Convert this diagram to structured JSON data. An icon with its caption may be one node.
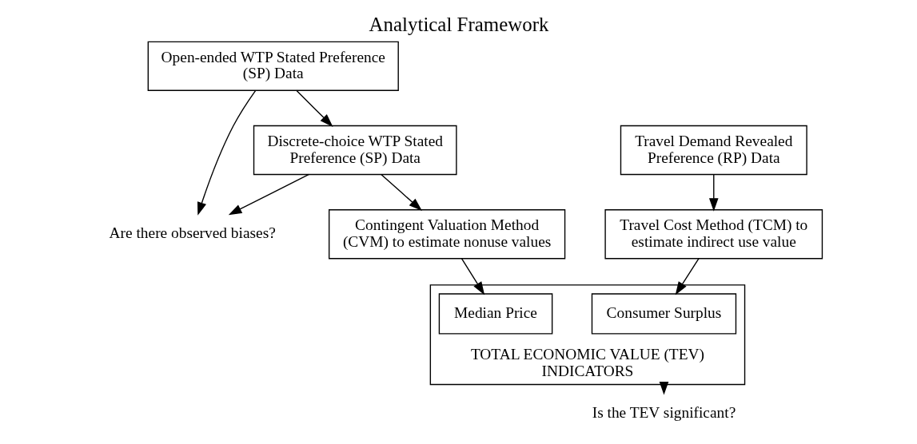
{
  "diagram": {
    "title": "Analytical Framework",
    "nodes": [
      {
        "text": [
          "Open-ended WTP Stated Preference (SP) Data"
        ]
      },
      {
        "text": [
          "Travel Demand Revealed Preference (RP) Data"
        ]
      },
      {
        "text": [
          "Discrete-choice WTP Stated Preference (SP) Data"
        ]
      },
      {
        "text": [
          "Are there observed biases?"
        ]
      },
      {
        "text": [
          "Travel Cost Method (TCM) to estimate indirect use value"
        ]
      },
      {
        "text": [
          "Contingent Valuation Method (CVM) to estimate nonuse values"
        ]
      },
      {
        "text": [
          "TOTAL ECONOMIC VALUE (TEV) INDICATORS"
        ]
      },
      {
        "text": [
          "Consumer Surplus"
        ],
        "in": 6
      },
      {
        "text": [
          "Median Price"
        ],
        "in": 6
      },
      {
        "text": [
          "Is the TEV significant?"
        ]
      }
    ],
    "edges": [
      {
        "from": 0,
        "to": 2,
        "arrow": "to"
      },
      {
        "from": 0,
        "to": 3,
        "arrow": "to"
      },
      {
        "from": 2,
        "to": 3,
        "arrow": "to"
      },
      {
        "from": 1,
        "to": 4,
        "arrow": "to"
      },
      {
        "from": 2,
        "to": 5,
        "arrow": "to"
      },
      {
        "from": 4,
        "to": 7,
        "arrow": "to"
      },
      {
        "from": 5,
        "to": 8,
        "arrow": "to"
      },
      {
        "from": 6,
        "to": 9,
        "arrow": "to"
      }
    ]
  }
}
